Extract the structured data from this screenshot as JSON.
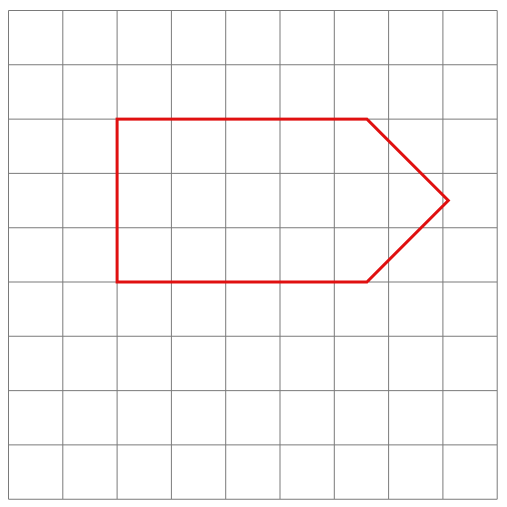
{
  "grid": {
    "columns": 9,
    "rows": 9,
    "line_color": "#7a7a7a"
  },
  "shape": {
    "kind": "pentagon",
    "stroke_color": "#e01010",
    "vertices_grid_units": [
      [
        2,
        2
      ],
      [
        6.6,
        2
      ],
      [
        8.1,
        3.5
      ],
      [
        6.6,
        5
      ],
      [
        2,
        5
      ]
    ]
  }
}
